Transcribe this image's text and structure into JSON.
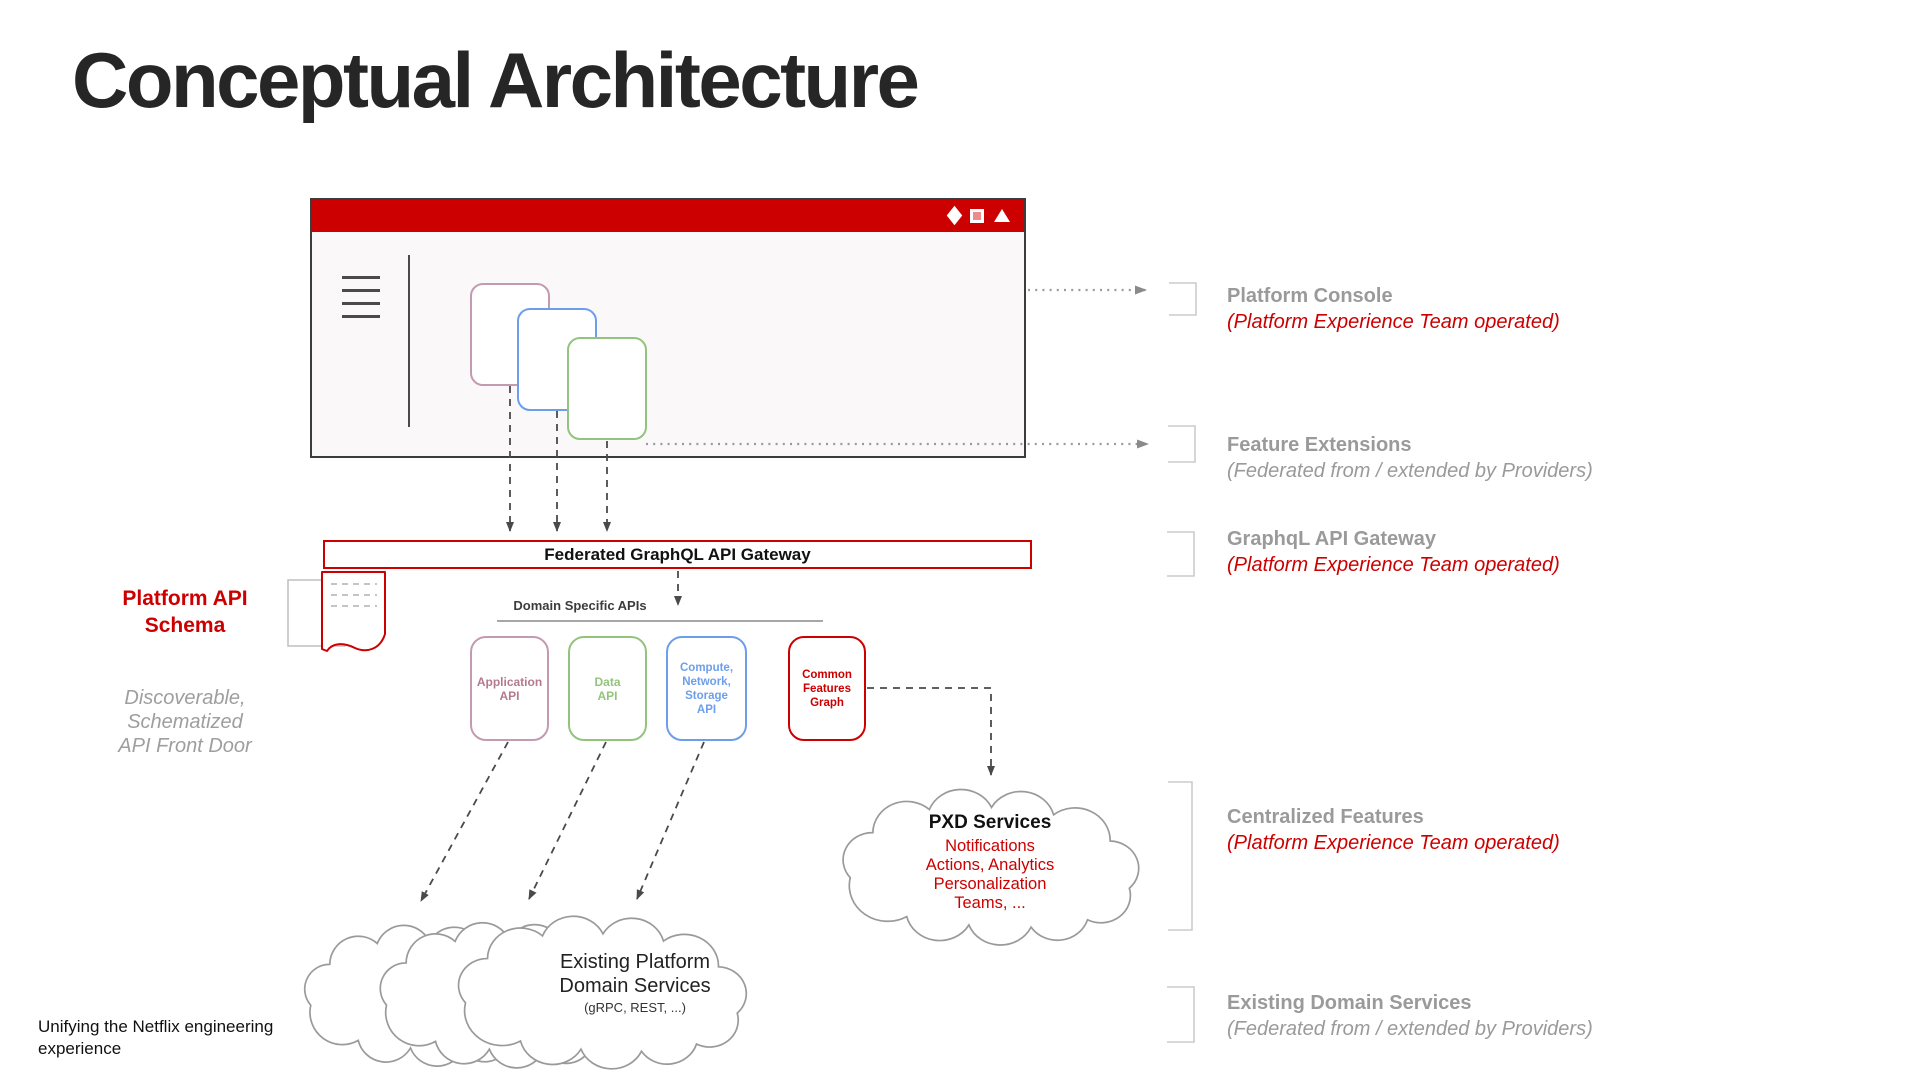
{
  "title": "Conceptual Architecture",
  "window": {
    "titlebar_color": "#cc0000",
    "control_icons": [
      "diamond-icon",
      "square-icon",
      "triangle-icon"
    ]
  },
  "gateway": {
    "label": "Federated GraphQL API Gateway"
  },
  "domain_apis": {
    "header": "Domain Specific APIs",
    "boxes": [
      {
        "label": "Application\nAPI",
        "color": "#b5798f"
      },
      {
        "label": "Data\nAPI",
        "color": "#93c47d"
      },
      {
        "label": "Compute,\nNetwork,\nStorage\nAPI",
        "color": "#6d9eeb"
      },
      {
        "label": "Common\nFeatures\nGraph",
        "color": "#cc0000"
      }
    ]
  },
  "schema": {
    "label": "Platform API\nSchema",
    "tagline": "Discoverable,\nSchematized\nAPI Front Door"
  },
  "clouds": {
    "pxd": {
      "title": "PXD Services",
      "items": "Notifications\nActions, Analytics\nPersonalization\nTeams, ..."
    },
    "existing": {
      "title": "Existing Platform\nDomain  Services",
      "subtitle": "(gRPC, REST, ...)"
    }
  },
  "annotations": [
    {
      "title": "Platform Console",
      "subtitle": "(Platform Experience Team operated)"
    },
    {
      "title": "Feature Extensions",
      "subtitle": "(Federated from / extended by Providers)"
    },
    {
      "title": "GraphqL API Gateway",
      "subtitle": "(Platform Experience Team operated)"
    },
    {
      "title": "Centralized Features",
      "subtitle": "(Platform Experience Team operated)"
    },
    {
      "title": "Existing Domain Services",
      "subtitle": "(Federated from / extended by Providers)"
    }
  ],
  "footer": "Unifying the Netflix engineering\nexperience",
  "palette": {
    "red": "#cc0000",
    "gray_label": "#9a9a9a",
    "mauve": "#b5798f",
    "green": "#93c47d",
    "blue": "#6d9eeb",
    "cloud_stroke": "#9a9a9a",
    "arrow": "#4a4a4a",
    "window_bg": "#faf8f8"
  }
}
